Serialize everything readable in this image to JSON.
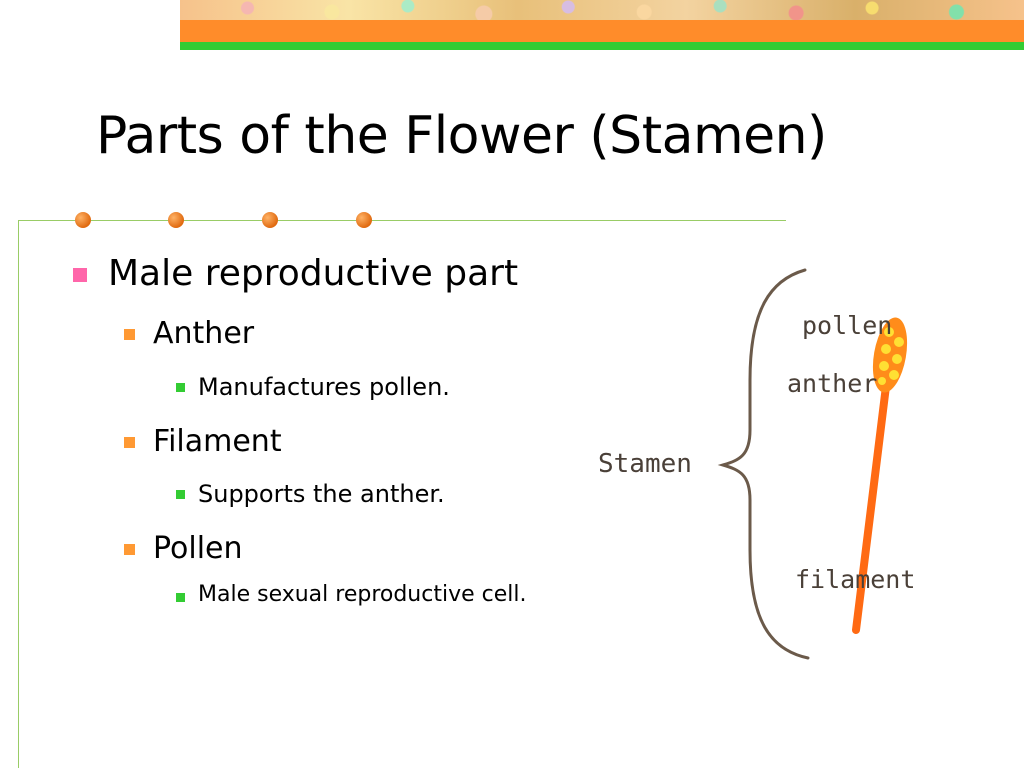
{
  "slide": {
    "title": "Parts of the Flower (Stamen)",
    "colors": {
      "banner_orange": "#ff8c2a",
      "banner_green": "#33cc33",
      "frame_line": "#99cc66",
      "dot_orange": "#e06a10",
      "bullet_l1": "#ff66aa",
      "bullet_l2": "#ff9933",
      "bullet_l3": "#33cc33"
    },
    "bullets": {
      "main": "Male reproductive part",
      "anther": "Anther",
      "anther_desc": "Manufactures pollen.",
      "filament": "Filament",
      "filament_desc": "Supports the anther.",
      "pollen": "Pollen",
      "pollen_desc": "Male sexual reproductive cell."
    }
  },
  "diagram": {
    "labels": {
      "stamen": "Stamen",
      "pollen": "pollen",
      "anther": "anther",
      "filament": "filament"
    },
    "colors": {
      "filament": "#ff6a13",
      "anther": "#ff8c1a",
      "pollen": "#ffe033",
      "brace": "#6b5a4a",
      "label_text": "#4a4038"
    }
  }
}
